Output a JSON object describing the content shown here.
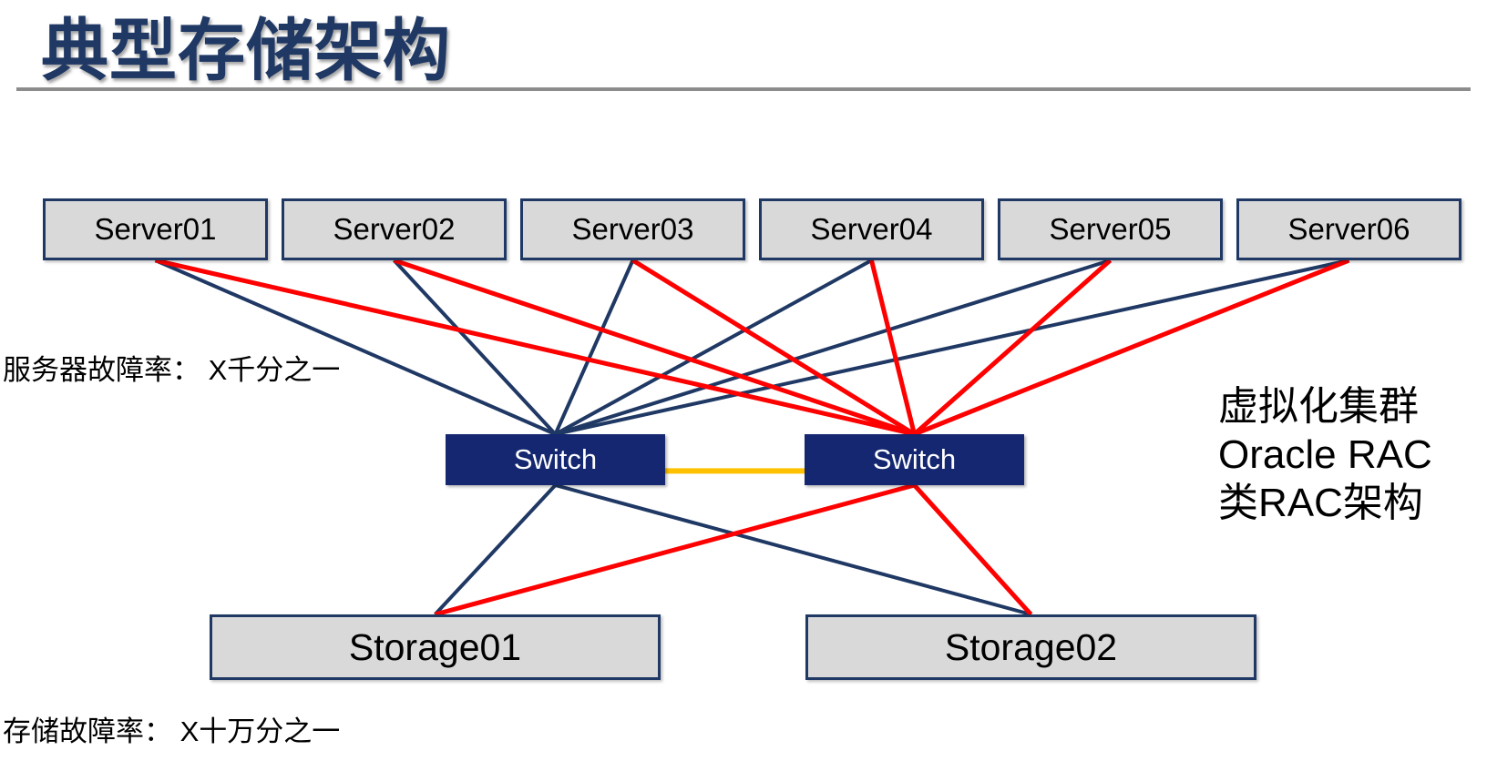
{
  "title": "典型存储架构",
  "colors": {
    "navy": "#1F3864",
    "red": "#FF0000",
    "yellow": "#FFC000",
    "node_fill": "#D9D9D9",
    "node_border": "#1F3864",
    "switch_fill": "#142770",
    "title_color": "#1F3864",
    "divider": "#8C8C8C",
    "text": "#000000"
  },
  "nodes": {
    "servers": [
      {
        "id": "Server01",
        "label": "Server01"
      },
      {
        "id": "Server02",
        "label": "Server02"
      },
      {
        "id": "Server03",
        "label": "Server03"
      },
      {
        "id": "Server04",
        "label": "Server04"
      },
      {
        "id": "Server05",
        "label": "Server05"
      },
      {
        "id": "Server06",
        "label": "Server06"
      }
    ],
    "switches": [
      {
        "id": "Switch1",
        "label": "Switch"
      },
      {
        "id": "Switch2",
        "label": "Switch"
      }
    ],
    "storages": [
      {
        "id": "Storage01",
        "label": "Storage01"
      },
      {
        "id": "Storage02",
        "label": "Storage02"
      }
    ]
  },
  "annotations": {
    "server_failure": "服务器故障率： X千分之一",
    "storage_failure": "存储故障率： X十万分之一",
    "note_line1": "虚拟化集群",
    "note_line2": "Oracle RAC",
    "note_line3": "类RAC架构"
  },
  "diagram": {
    "edges": [
      {
        "from": "Server01",
        "to": "Switch1",
        "color": "navy",
        "width": 4
      },
      {
        "from": "Server02",
        "to": "Switch1",
        "color": "navy",
        "width": 4
      },
      {
        "from": "Server03",
        "to": "Switch1",
        "color": "navy",
        "width": 4
      },
      {
        "from": "Server04",
        "to": "Switch1",
        "color": "navy",
        "width": 4
      },
      {
        "from": "Server05",
        "to": "Switch1",
        "color": "navy",
        "width": 4
      },
      {
        "from": "Server06",
        "to": "Switch1",
        "color": "navy",
        "width": 4
      },
      {
        "from": "Server01",
        "to": "Switch2",
        "color": "red",
        "width": 5
      },
      {
        "from": "Server02",
        "to": "Switch2",
        "color": "red",
        "width": 5
      },
      {
        "from": "Server03",
        "to": "Switch2",
        "color": "red",
        "width": 5
      },
      {
        "from": "Server04",
        "to": "Switch2",
        "color": "red",
        "width": 5
      },
      {
        "from": "Server05",
        "to": "Switch2",
        "color": "red",
        "width": 5
      },
      {
        "from": "Server06",
        "to": "Switch2",
        "color": "red",
        "width": 5
      },
      {
        "from": "Switch1",
        "to": "Storage01",
        "color": "navy",
        "width": 4
      },
      {
        "from": "Switch1",
        "to": "Storage02",
        "color": "navy",
        "width": 4
      },
      {
        "from": "Switch2",
        "to": "Storage01",
        "color": "red",
        "width": 5
      },
      {
        "from": "Switch2",
        "to": "Storage02",
        "color": "red",
        "width": 5
      },
      {
        "from": "Switch1",
        "to": "Switch2",
        "color": "yellow",
        "width": 6
      }
    ]
  }
}
